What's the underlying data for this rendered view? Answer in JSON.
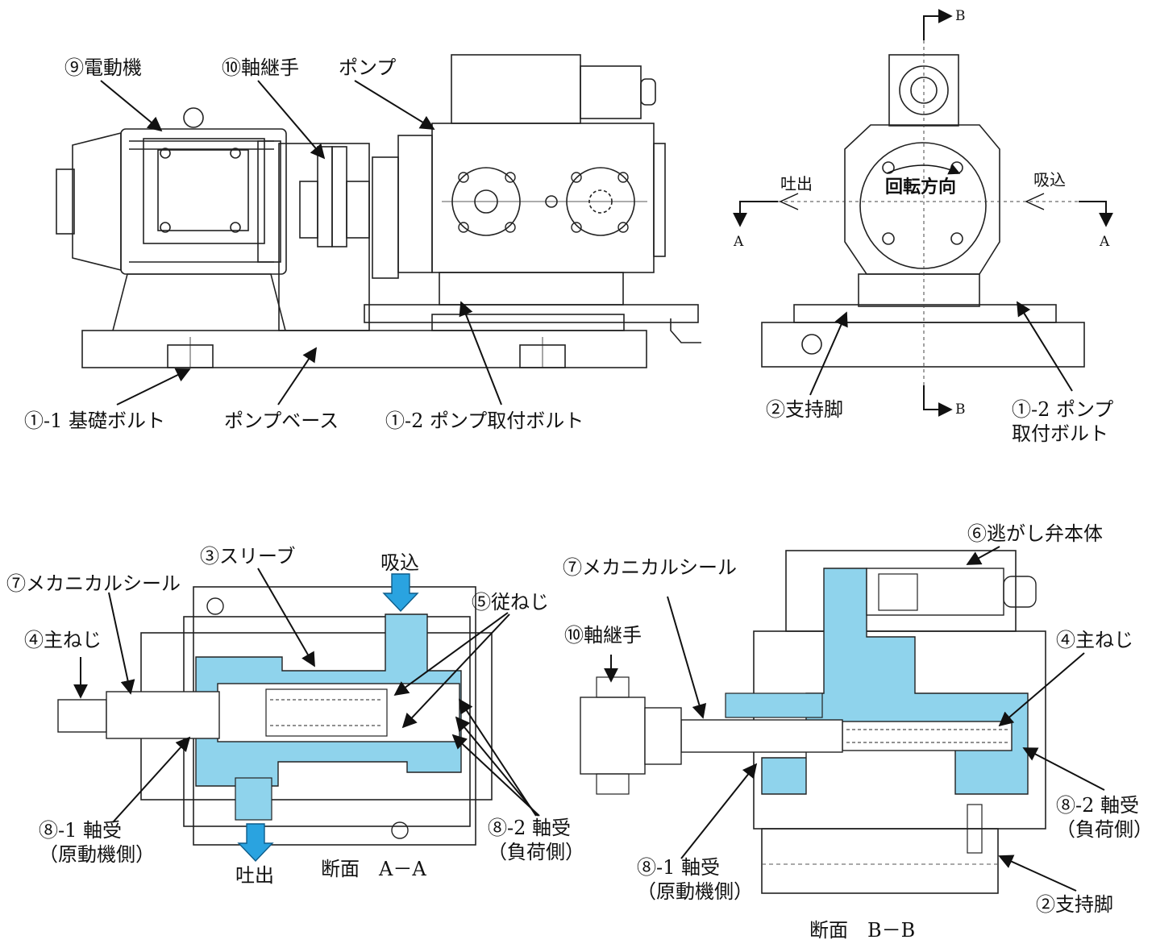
{
  "front_view": {
    "motor": "⑨電動機",
    "coupling": "⑩軸継手",
    "pump": "ポンプ",
    "foundation_bolt": "①-1 基礎ボルト",
    "pump_base": "ポンプベース",
    "pump_mount_bolt": "①-2 ポンプ取付ボルト"
  },
  "side_view": {
    "b_top": "B",
    "b_bottom": "B",
    "discharge": "吐出",
    "suction": "吸込",
    "a_left": "A",
    "a_right": "A",
    "rotation": "回転方向",
    "support_leg": "②支持脚",
    "mount_bolt_1": "①-2 ポンプ",
    "mount_bolt_2": "取付ボルト"
  },
  "section_aa": {
    "mech_seal": "⑦メカニカルシール",
    "sleeve": "③スリーブ",
    "suction": "吸込",
    "idler_screw": "⑤従ねじ",
    "main_screw": "④主ねじ",
    "bearing_1a": "⑧-1 軸受",
    "bearing_1b": "（原動機側）",
    "bearing_2a": "⑧-2 軸受",
    "bearing_2b": "（負荷側）",
    "discharge": "吐出",
    "caption": "断面　A－A"
  },
  "section_bb": {
    "relief_valve": "⑥逃がし弁本体",
    "mech_seal": "⑦メカニカルシール",
    "coupling": "⑩軸継手",
    "main_screw": "④主ねじ",
    "bearing_2a": "⑧-2 軸受",
    "bearing_2b": "（負荷側）",
    "bearing_1a": "⑧-1 軸受",
    "bearing_1b": "（原動機側）",
    "support_leg": "②支持脚",
    "caption": "断面　B－B"
  },
  "colors": {
    "fluid": "#8fd3ec",
    "arrow_fill": "#2aa3e0",
    "line": "#222222"
  }
}
